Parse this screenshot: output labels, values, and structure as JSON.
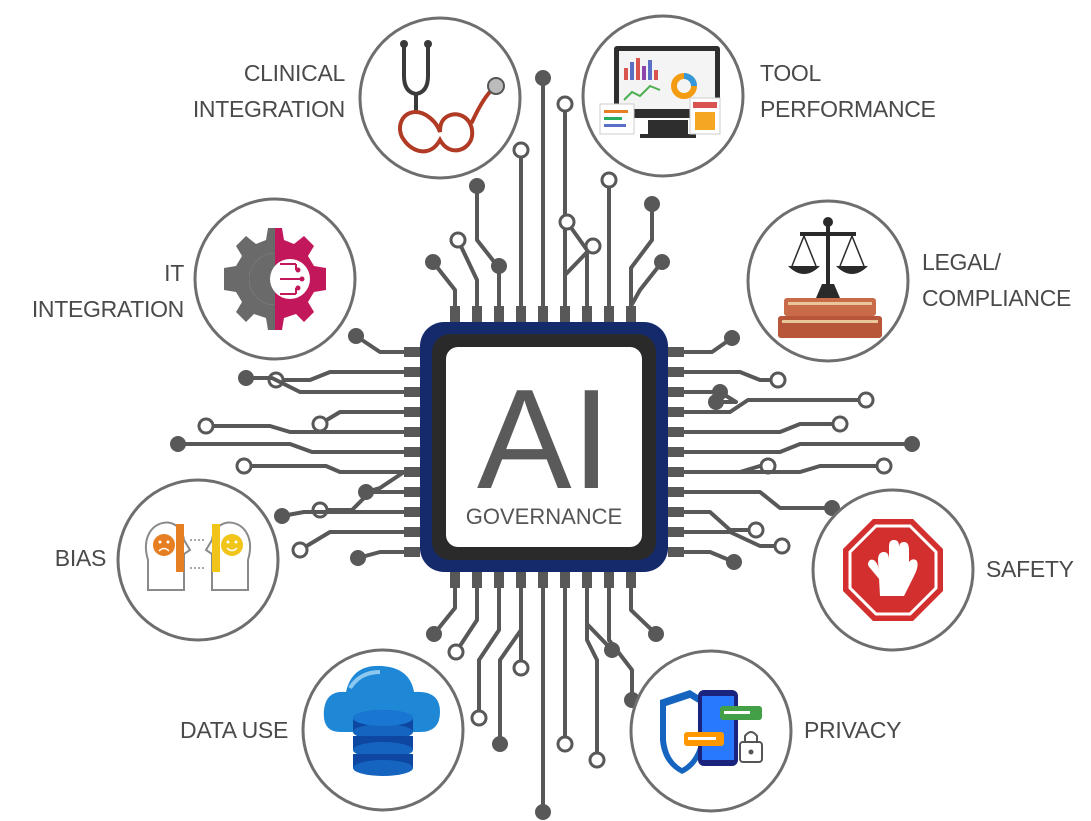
{
  "core": {
    "title": "AI",
    "subtitle": "GOVERNANCE"
  },
  "colors": {
    "chip_border": "#152a6b",
    "circuit": "#585858",
    "label_text": "#4a4a4a",
    "node_ring": "#6e6e6e"
  },
  "nodes": {
    "clinical": {
      "line1": "CLINICAL",
      "line2": "INTEGRATION",
      "icon": "stethoscope-heart-icon"
    },
    "tool": {
      "line1": "TOOL",
      "line2": "PERFORMANCE",
      "icon": "dashboard-monitor-icon"
    },
    "it": {
      "line1": "IT",
      "line2": "INTEGRATION",
      "icon": "gear-circuit-icon"
    },
    "legal": {
      "line1": "LEGAL/",
      "line2": "COMPLIANCE",
      "icon": "scales-of-justice-icon"
    },
    "bias": {
      "line1": "BIAS",
      "icon": "heads-facing-icon"
    },
    "safety": {
      "line1": "SAFETY",
      "icon": "stop-hand-icon"
    },
    "data": {
      "line1": "DATA USE",
      "icon": "cloud-database-icon"
    },
    "privacy": {
      "line1": "PRIVACY",
      "icon": "shield-phone-lock-icon"
    }
  }
}
